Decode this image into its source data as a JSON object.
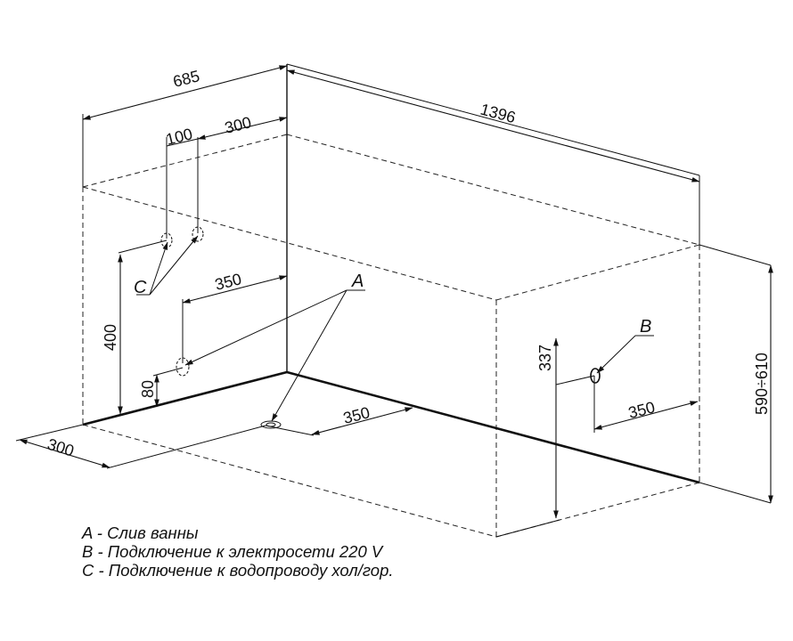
{
  "dimensions": {
    "d685": "685",
    "d1396": "1396",
    "d100": "100",
    "d300_top": "300",
    "d350_wall": "350",
    "d400": "400",
    "d80": "80",
    "d300_floor": "300",
    "d350_floor": "350",
    "d337": "337",
    "d350_right": "350",
    "d590": "590÷610"
  },
  "labels": {
    "a": "A",
    "b": "B",
    "c": "C"
  },
  "legend": [
    "A - Слив ванны",
    "B - Подключение к электросети 220 V",
    "C - Подключение к водопроводу хол/гор."
  ]
}
